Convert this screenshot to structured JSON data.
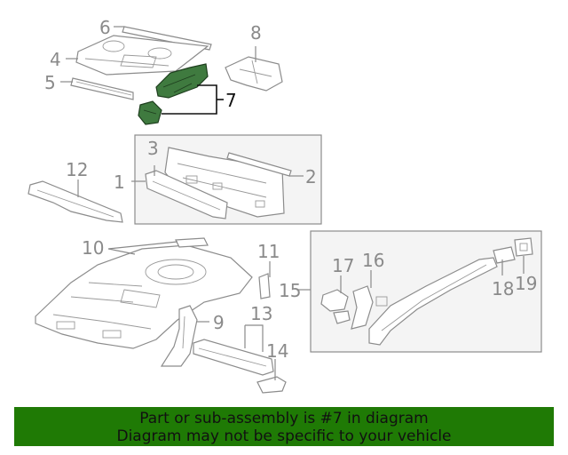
{
  "diagram": {
    "highlighted_part": "7",
    "labels": [
      "1",
      "2",
      "3",
      "4",
      "5",
      "6",
      "7",
      "8",
      "9",
      "10",
      "11",
      "12",
      "13",
      "14",
      "15",
      "16",
      "17",
      "18",
      "19"
    ],
    "colors": {
      "highlight_fill": "#3f7a3f",
      "banner_bg": "#1f7a05",
      "label": "#8a8a8a"
    }
  },
  "banner": {
    "line1": "Part or sub-assembly is #7 in diagram",
    "line2": "Diagram may not be specific to your vehicle"
  }
}
